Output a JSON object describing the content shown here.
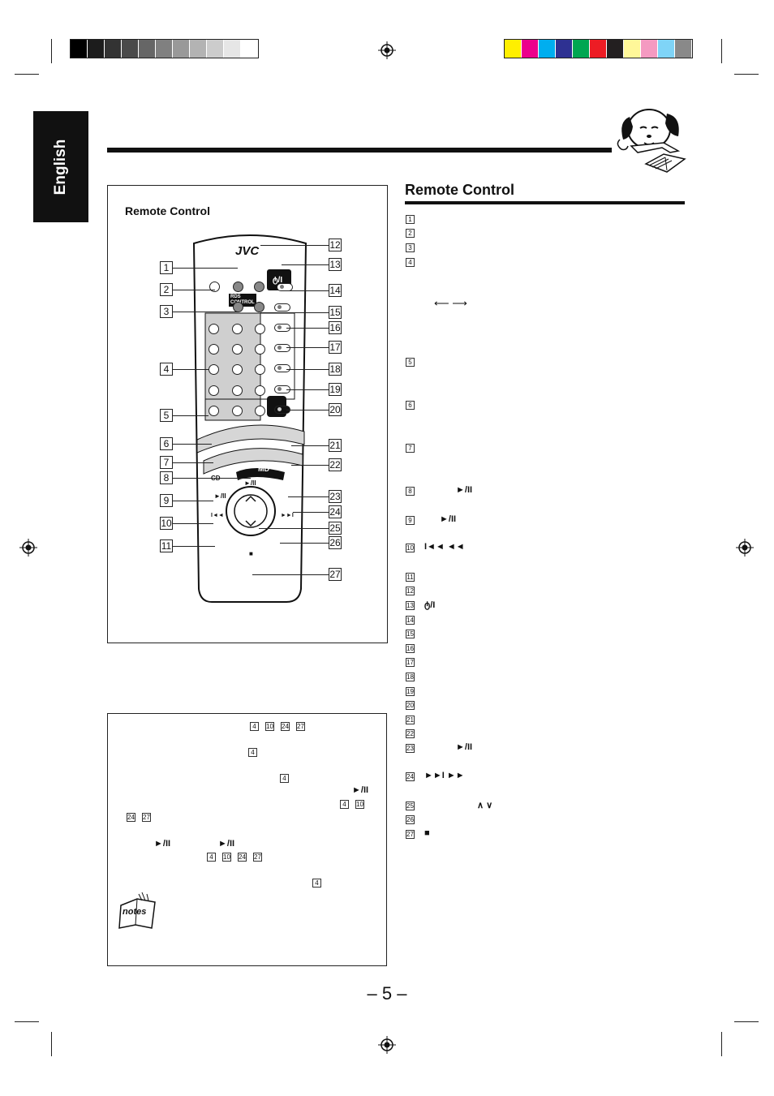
{
  "sidebar": {
    "language_tab": "English"
  },
  "left_panel": {
    "label": "Remote Control",
    "brand": "JVC",
    "left_callouts": [
      "1",
      "2",
      "3",
      "4",
      "5",
      "6",
      "7",
      "8",
      "9",
      "10",
      "11"
    ],
    "right_callouts": [
      "12",
      "13",
      "14",
      "15",
      "16",
      "17",
      "18",
      "19",
      "20",
      "21",
      "22",
      "23",
      "24",
      "25",
      "26",
      "27"
    ],
    "btn_labels": {
      "power": "ტ/I",
      "rds": "RDS\nCONTROL",
      "cd": "CD",
      "md": "MD",
      "play_pause": "►/II",
      "stop": "■",
      "prev": "I◄◄",
      "next": "►►I"
    }
  },
  "right_section": {
    "title": "Remote Control",
    "items": [
      {
        "n": "1",
        "text": ""
      },
      {
        "n": "2",
        "text": ""
      },
      {
        "n": "3",
        "text": ""
      },
      {
        "n": "4",
        "text": ""
      },
      {
        "n": "5",
        "text": ""
      },
      {
        "n": "6",
        "text": ""
      },
      {
        "n": "7",
        "text": ""
      },
      {
        "n": "8",
        "text": "►/II"
      },
      {
        "n": "9",
        "text": "►/II"
      },
      {
        "n": "10",
        "text": "I◄◄  ◄◄"
      },
      {
        "n": "11",
        "text": ""
      },
      {
        "n": "12",
        "text": ""
      },
      {
        "n": "13",
        "text": "ტ/I"
      },
      {
        "n": "14",
        "text": ""
      },
      {
        "n": "15",
        "text": ""
      },
      {
        "n": "16",
        "text": ""
      },
      {
        "n": "17",
        "text": ""
      },
      {
        "n": "18",
        "text": ""
      },
      {
        "n": "19",
        "text": ""
      },
      {
        "n": "20",
        "text": ""
      },
      {
        "n": "21",
        "text": ""
      },
      {
        "n": "22",
        "text": ""
      },
      {
        "n": "23",
        "text": "►/II"
      },
      {
        "n": "24",
        "text": "►►I  ►►"
      },
      {
        "n": "25",
        "text": "∧  ∨"
      },
      {
        "n": "26",
        "text": ""
      },
      {
        "n": "27",
        "text": "■"
      }
    ],
    "arrows_under_4": "⟵  ⟶"
  },
  "notes_panel": {
    "icon_text": "notes",
    "refs": {
      "r1": [
        "4",
        "10",
        "24",
        "27"
      ],
      "r2": [
        "4"
      ],
      "r3": [
        "4"
      ],
      "r3_glyph": "►/II",
      "r4": [
        "4",
        "10"
      ],
      "r5": [
        "24",
        "27"
      ],
      "r6_glyph_a": "►/II",
      "r6_glyph_b": "►/II",
      "r7": [
        "4",
        "10",
        "24",
        "27"
      ],
      "r8": [
        "4"
      ]
    }
  },
  "footer": {
    "page_number": "– 5 –"
  },
  "colors": {
    "gray_bar": [
      "#000000",
      "#1c1c1c",
      "#333333",
      "#4a4a4a",
      "#666666",
      "#808080",
      "#999999",
      "#b3b3b3",
      "#cccccc",
      "#e6e6e6",
      "#ffffff"
    ],
    "color_bar": [
      "#ffef00",
      "#ec008c",
      "#00aeef",
      "#2e3192",
      "#00a651",
      "#ed1c24",
      "#231f20",
      "#fff799",
      "#f49ac1",
      "#7fd4f7",
      "#898989"
    ]
  }
}
